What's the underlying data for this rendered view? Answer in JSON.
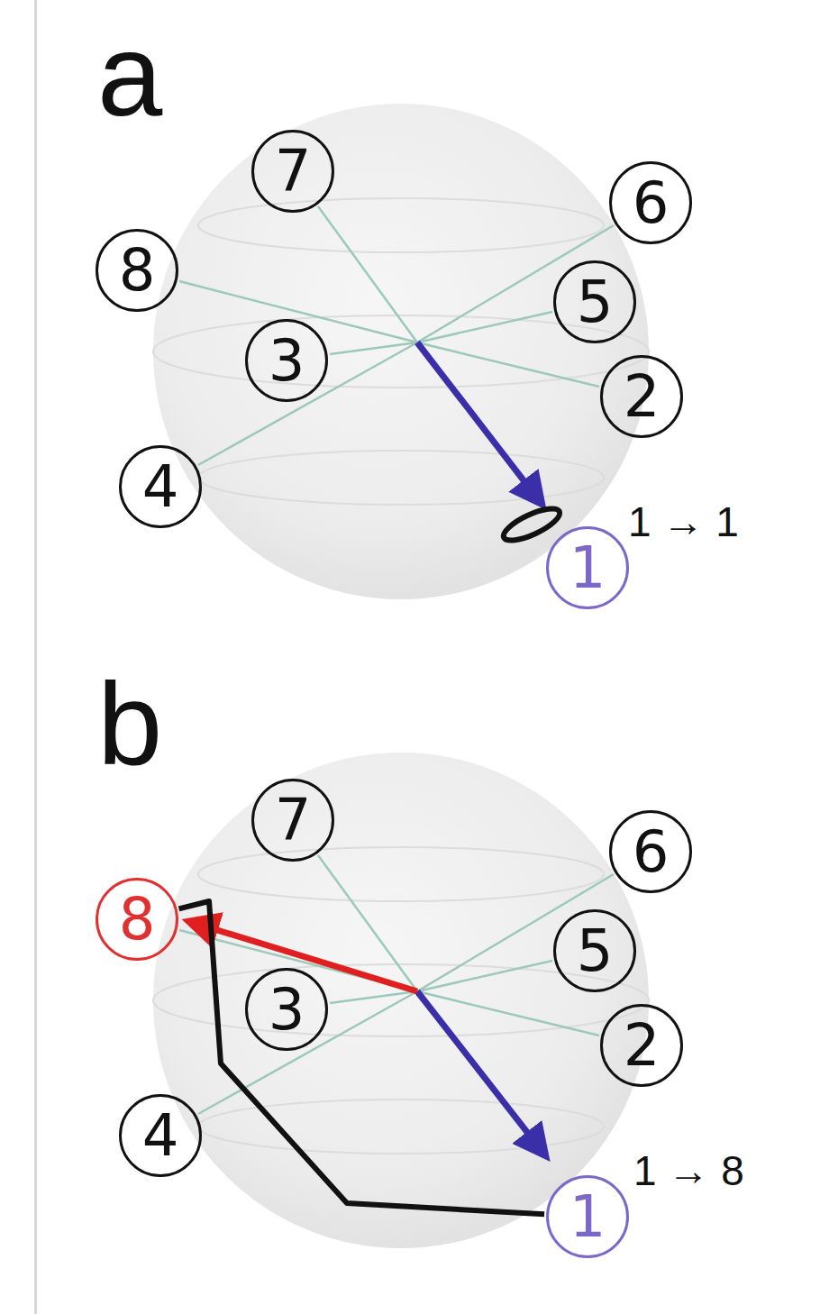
{
  "diagram": {
    "nodes": [
      {
        "text": [
          "7"
        ]
      },
      {
        "text": [
          "6"
        ]
      },
      {
        "text": [
          "8"
        ]
      },
      {
        "text": [
          "5"
        ]
      },
      {
        "text": [
          "3"
        ]
      },
      {
        "text": [
          "2"
        ]
      },
      {
        "text": [
          "4"
        ]
      },
      {
        "text": [
          "1"
        ]
      },
      {
        "text": [
          "7"
        ]
      },
      {
        "text": [
          "6"
        ]
      },
      {
        "text": [
          "8"
        ]
      },
      {
        "text": [
          "5"
        ]
      },
      {
        "text": [
          "3"
        ]
      },
      {
        "text": [
          "2"
        ]
      },
      {
        "text": [
          "4"
        ]
      },
      {
        "text": [
          "1"
        ]
      }
    ],
    "edges": [
      {
        "from": 15,
        "to": 10,
        "arrow": "none"
      }
    ],
    "labels": [
      "a",
      "1 → 1",
      "b",
      "1 → 8"
    ]
  }
}
